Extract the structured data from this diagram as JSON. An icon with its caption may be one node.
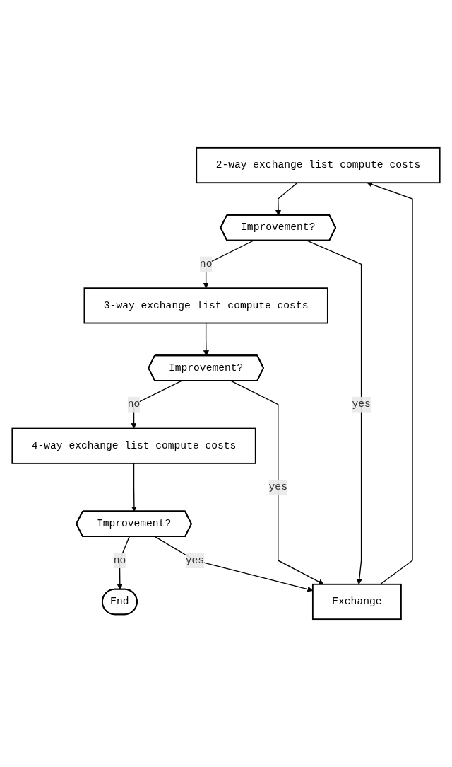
{
  "diagram": {
    "nodes": [
      {
        "text": [
          "2-way exchange list compute costs"
        ]
      },
      {
        "text": [
          "Improvement?"
        ]
      },
      {
        "text": [
          "3-way exchange list compute costs"
        ]
      },
      {
        "text": [
          "Improvement?"
        ]
      },
      {
        "text": [
          "4-way exchange list compute costs"
        ]
      },
      {
        "text": [
          "Improvement?"
        ]
      },
      {
        "text": [
          "End"
        ]
      },
      {
        "text": [
          "Exchange"
        ]
      }
    ],
    "edges": [
      {
        "from": 0,
        "to": 1,
        "arrow": "to"
      },
      {
        "from": 1,
        "to": 2,
        "arrow": "to",
        "label": "no"
      },
      {
        "from": 1,
        "to": 7,
        "arrow": "to",
        "label": "yes"
      },
      {
        "from": 2,
        "to": 3,
        "arrow": "to"
      },
      {
        "from": 3,
        "to": 4,
        "arrow": "to",
        "label": "no"
      },
      {
        "from": 3,
        "to": 7,
        "arrow": "to",
        "label": "yes"
      },
      {
        "from": 4,
        "to": 5,
        "arrow": "to"
      },
      {
        "from": 5,
        "to": 6,
        "arrow": "to",
        "label": "no"
      },
      {
        "from": 5,
        "to": 7,
        "arrow": "to",
        "label": "yes"
      },
      {
        "from": 7,
        "to": 0,
        "arrow": "to"
      }
    ]
  }
}
